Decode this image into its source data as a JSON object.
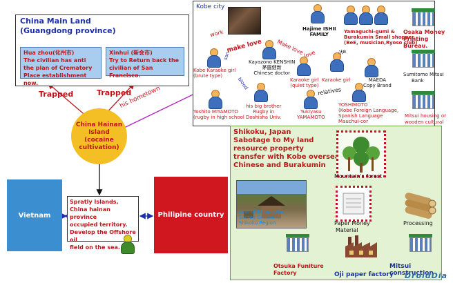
{
  "china_box": {
    "title_line1": "China Main Land",
    "title_line2": "(Guangdong province)",
    "huazhou": [
      "Hua zhou(化州市)",
      "The civilian has anti",
      "the plan of Crematory",
      "Place establishment now."
    ],
    "xinhui": [
      "Xinhui (新会市)",
      "Try to Return back the",
      "civilian of San Francisco."
    ]
  },
  "trapped_left": "Trapped",
  "trapped_right": "Trapped",
  "his_hometown": "his hometown",
  "hainan": [
    "China Hainan",
    "Island",
    "(cocaine",
    "cultivation)"
  ],
  "vietnam": "Vietnam",
  "philippine": "Philipine country",
  "spratly": [
    "Spratly Islands,",
    "China hainan province",
    "occupied territory.",
    "Develop the Offshore oil",
    "field on the sea."
  ],
  "kobe": {
    "title": "Kobe city",
    "edge_work": "work",
    "edge_make_love": "make love",
    "edge_make_love2": "Make love",
    "edge_love": "love",
    "edge_wife": "wife",
    "edge_son": "son",
    "edge_relatives": "relatives",
    "edge_blood": "blood",
    "hajime": [
      "Hajime ISHII",
      "FAMILY"
    ],
    "yamaguchi": [
      "Yamaguchi-gumi &",
      "Burakumin Small shopper",
      "(BeE, musician,Ryoso club)"
    ],
    "karaoke_brute": [
      "Kobe Karaoke girl",
      "(brute type)"
    ],
    "kayazono": [
      "Kayazono KENSHIN",
      "茅園健新",
      "Chinese doctor"
    ],
    "maeda": [
      "MAEDA",
      "Copy Brand"
    ],
    "karaoke_quiet": [
      "Karaoke girl",
      "(quiet type)"
    ],
    "karaoke_girl": [
      "Karaoke girl"
    ],
    "yoshito": [
      "Yoshito MIYAMOTO",
      "(rugby in high school"
    ],
    "big_brother": [
      "his big brother",
      "Rugby in",
      "Doshisha Univ."
    ],
    "yukiyasu": [
      "Yukiyasu",
      "YAMAMOTO"
    ],
    "yoshimoto": [
      "YOSHIMOTO",
      "(Kobe Foreign Language,",
      "Spanish Language",
      "Mauchui-cor"
    ]
  },
  "osaka_money": [
    "Osaka Money",
    "Printing Bureau."
  ],
  "sumitomo": [
    "Sumitomo Mitsui",
    "Bank"
  ],
  "mitsui_housing": [
    "Mitsui housing or",
    "wooden cultural",
    "building"
  ],
  "shikoku": {
    "title": [
      "Shikoku, Japan",
      "Sabotage to My land",
      "resource property",
      "transfer with Kobe overseas",
      "Chinese and Burakumin"
    ],
    "mountain_forest": "Mountain's forest",
    "temple_caption": [
      "Line of 88 temples",
      "Sacred Ground in",
      "Shikoku Region"
    ],
    "paper_money": [
      "Paper Money",
      "Material"
    ],
    "processing": "Processing",
    "otsuka": [
      "Otsuka Funiture",
      "Factory"
    ],
    "oji": "Oji paper factory",
    "mitsui_construction": "Mitsui construction"
  },
  "logo": "DroidDia"
}
